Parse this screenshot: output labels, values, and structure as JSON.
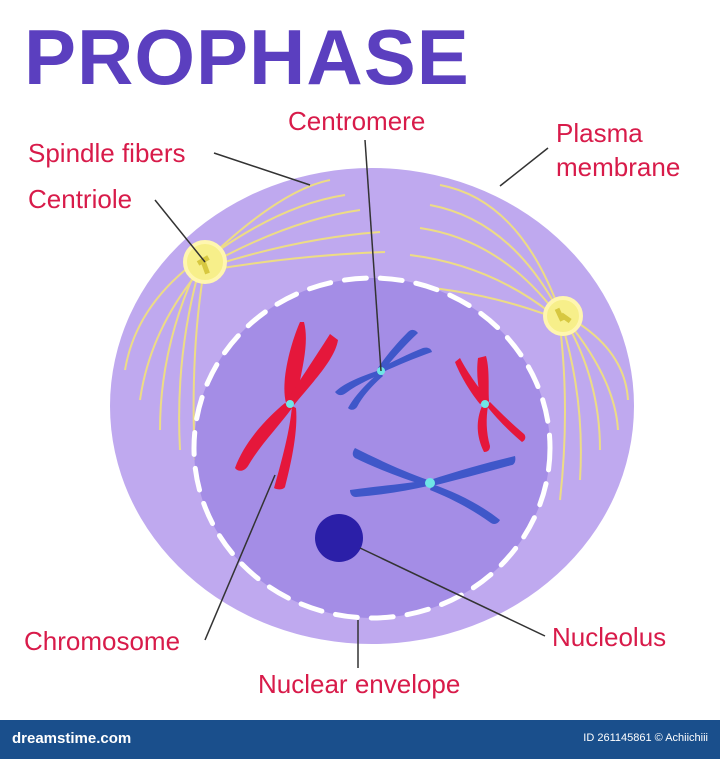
{
  "title": "PROPHASE",
  "labels": {
    "spindle_fibers": "Spindle fibers",
    "centriole": "Centriole",
    "centromere": "Centromere",
    "plasma_membrane_line1": "Plasma",
    "plasma_membrane_line2": "membrane",
    "chromosome": "Chromosome",
    "nucleolus": "Nucleolus",
    "nuclear_envelope": "Nuclear envelope"
  },
  "footer": {
    "logo": "dreamstime.com",
    "id": "ID 261145861 © Achiichiii"
  },
  "colors": {
    "title": "#5b3fbf",
    "label": "#d81b4a",
    "cell": "#bfa9ef",
    "nucleus": "#a48de6",
    "envelope": "#ffffff",
    "spindle": "#f2e27a",
    "centriole": "#f7ef8a",
    "chromosome_red": "#e5173b",
    "chromosome_blue": "#3f57c9",
    "centromere": "#6fe6e6",
    "nucleolus": "#2b1fa8",
    "footer": "#1a4f8c"
  }
}
